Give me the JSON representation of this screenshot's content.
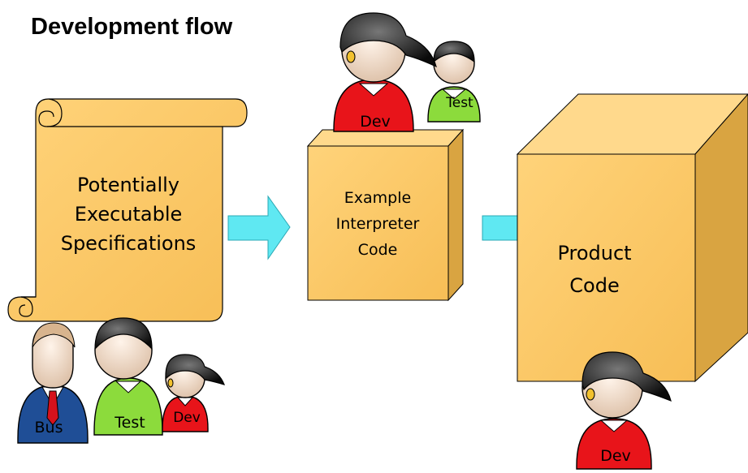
{
  "title": "Development flow",
  "specifications": {
    "line1": "Potentially",
    "line2": "Executable",
    "line3": "Specifications"
  },
  "interpreter": {
    "line1": "Example",
    "line2": "Interpreter",
    "line3": "Code"
  },
  "product": {
    "line1": "Product",
    "line2": "Code"
  },
  "people": {
    "interpreter_dev": "Dev",
    "interpreter_test": "Test",
    "spec_business": "Bus",
    "spec_test": "Test",
    "spec_dev": "Dev",
    "product_dev": "Dev"
  },
  "colors": {
    "box_face": "#FFCC66",
    "box_side": "#D9A441",
    "box_top": "#FFD98C",
    "arrow": "#5FE8F2",
    "dev_shirt": "#E8141A",
    "test_shirt": "#8CDB3C",
    "business_suit": "#1F4E96",
    "skin": "#F2D9C3"
  }
}
